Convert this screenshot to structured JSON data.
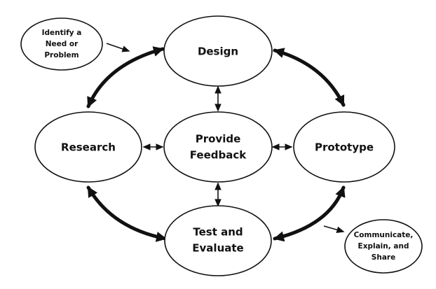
{
  "nodes": {
    "design": "Design",
    "research": "Research",
    "feedback": [
      "Provide",
      "Feedback"
    ],
    "prototype": "Prototype",
    "test": [
      "Test and",
      "Evaluate"
    ]
  },
  "side_notes": {
    "identify": [
      "Identify a",
      "Need or",
      "Problem"
    ],
    "communicate": [
      "Communicate,",
      "Explain, and",
      "Share"
    ]
  },
  "colors": {
    "ink": "#111111",
    "background": "#ffffff"
  }
}
